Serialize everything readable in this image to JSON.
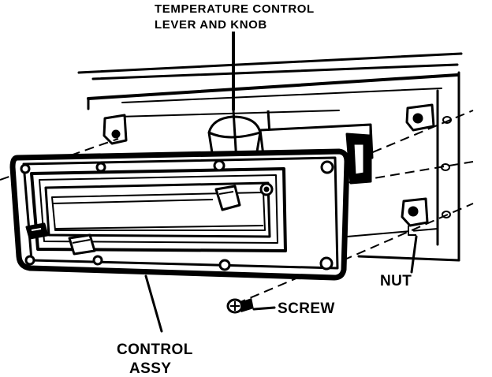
{
  "labels": {
    "temp_line1": "TEMPERATURE CONTROL",
    "temp_line2": "LEVER AND KNOB",
    "nut": "NUT",
    "screw": "SCREW",
    "control_line1": "CONTROL",
    "control_line2": "ASSY"
  },
  "colors": {
    "ink": "#000000",
    "paper": "#ffffff"
  }
}
